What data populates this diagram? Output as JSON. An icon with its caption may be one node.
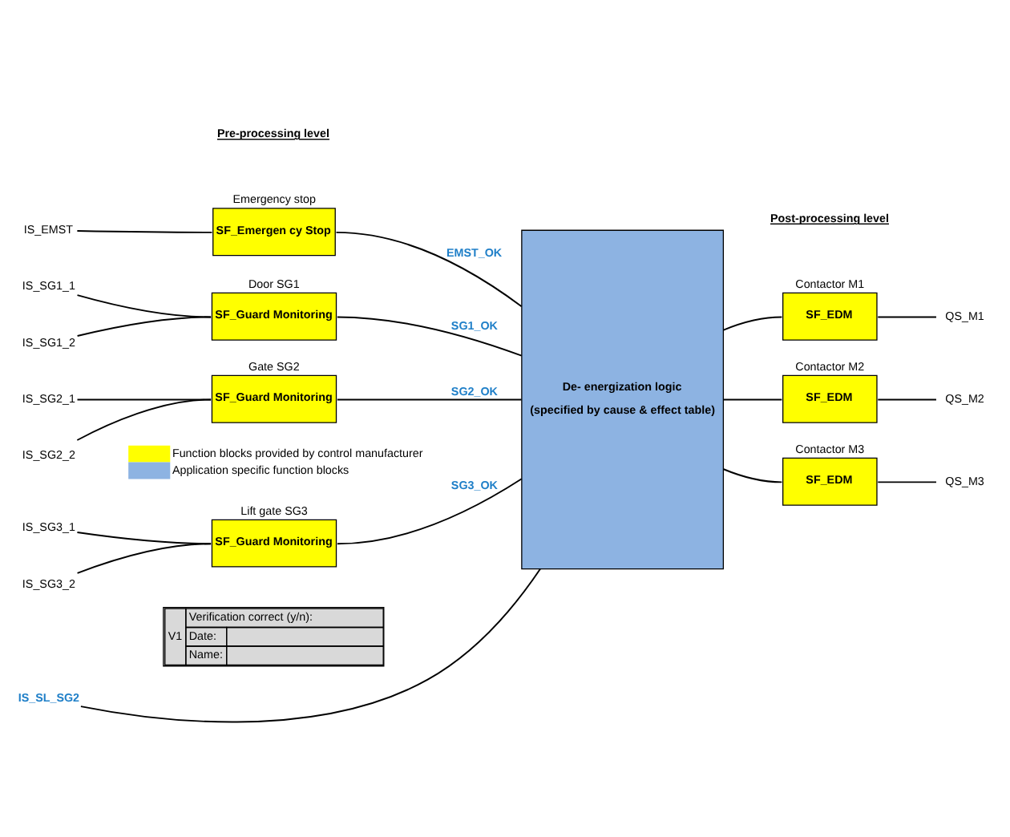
{
  "diagram": {
    "nodes": [
      {
        "text": [
          "IS_EMST"
        ]
      },
      {
        "text": [
          "Emergency stop",
          "SF_Emergen cy Stop"
        ]
      },
      {
        "text": [
          "IS_SG1_1"
        ]
      },
      {
        "text": [
          "IS_SG1_2"
        ]
      },
      {
        "text": [
          "Door SG1",
          "SF_Guard Monitoring"
        ]
      },
      {
        "text": [
          "IS_SG2_1"
        ]
      },
      {
        "text": [
          "IS_SG2_2"
        ]
      },
      {
        "text": [
          "Gate SG2",
          "SF_Guard Monitoring"
        ]
      },
      {
        "text": [
          "IS_SG3_1"
        ]
      },
      {
        "text": [
          "IS_SG3_2"
        ]
      },
      {
        "text": [
          "Lift gate SG3",
          "SF_Guard Monitoring"
        ]
      },
      {
        "text": [
          "IS_SL_SG2"
        ]
      },
      {
        "text": [
          "De- energization logic",
          "(specified by cause & effect table)"
        ]
      },
      {
        "text": [
          "Contactor M1",
          "SF_EDM"
        ]
      },
      {
        "text": [
          "Contactor M2",
          "SF_EDM"
        ]
      },
      {
        "text": [
          "Contactor M3",
          "SF_EDM"
        ]
      },
      {
        "text": [
          "QS_M1"
        ]
      },
      {
        "text": [
          "QS_M2"
        ]
      },
      {
        "text": [
          "QS_M3"
        ]
      }
    ],
    "edges": [
      {
        "from": 0,
        "to": 1,
        "arrow": "none"
      },
      {
        "from": 1,
        "to": 12,
        "arrow": "none",
        "label": "EMST_OK"
      },
      {
        "from": 2,
        "to": 4,
        "arrow": "none"
      },
      {
        "from": 3,
        "to": 4,
        "arrow": "none"
      },
      {
        "from": 4,
        "to": 12,
        "arrow": "none",
        "label": "SG1_OK"
      },
      {
        "from": 5,
        "to": 7,
        "arrow": "none"
      },
      {
        "from": 6,
        "to": 7,
        "arrow": "none"
      },
      {
        "from": 7,
        "to": 12,
        "arrow": "none",
        "label": "SG2_OK"
      },
      {
        "from": 8,
        "to": 10,
        "arrow": "none"
      },
      {
        "from": 9,
        "to": 10,
        "arrow": "none"
      },
      {
        "from": 10,
        "to": 12,
        "arrow": "none",
        "label": "SG3_OK"
      },
      {
        "from": 11,
        "to": 12,
        "arrow": "none"
      },
      {
        "from": 12,
        "to": 13,
        "arrow": "none"
      },
      {
        "from": 12,
        "to": 14,
        "arrow": "none"
      },
      {
        "from": 12,
        "to": 15,
        "arrow": "none"
      },
      {
        "from": 13,
        "to": 16,
        "arrow": "none"
      },
      {
        "from": 14,
        "to": 17,
        "arrow": "none"
      },
      {
        "from": 15,
        "to": 18,
        "arrow": "none"
      }
    ],
    "labels": [
      "Pre-processing level",
      "Post-processing level",
      "V1",
      "Verification correct (y/n):",
      "Date:",
      "Name:"
    ],
    "legend": [
      {
        "text": "Function blocks provided by control manufacturer",
        "color": "#ffff00"
      },
      {
        "text": "Application specific function blocks",
        "color": "#8db3e2"
      }
    ]
  }
}
